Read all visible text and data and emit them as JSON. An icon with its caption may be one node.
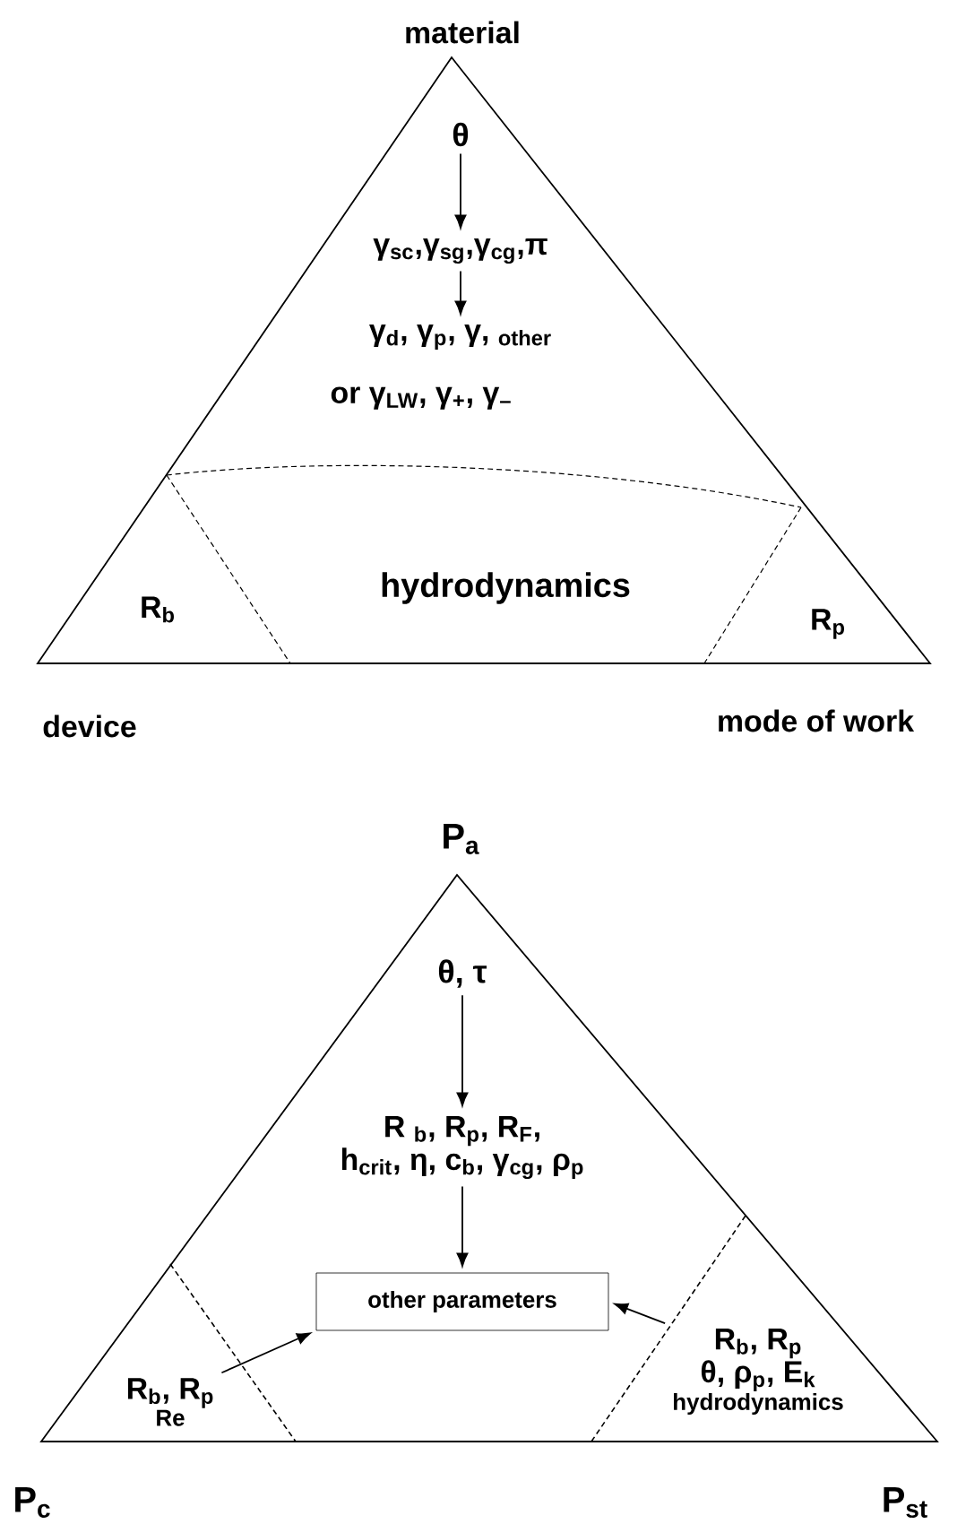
{
  "diagram": {
    "nodes": [
      {
        "text": [],
        "shape": "triangle"
      },
      {
        "text": [
          "θ"
        ],
        "in": 0
      },
      {
        "text": [
          "γ$_{sc}$,γ$_{sg}$,γ$_{cg}$,π"
        ],
        "in": 0
      },
      {
        "text": [
          "γ$_{d}$, γ$_{p}$, γ, $_{other}$"
        ],
        "in": 0
      },
      {
        "text": [],
        "shape": "triangle"
      },
      {
        "text": [
          "θ, τ"
        ],
        "in": 4
      },
      {
        "text": [
          "R $_{b}$, R$_{p}$, R$_{F}$,",
          "h$_{crit}$, η, c$_{b}$, γ$_{cg}$, ρ$_{p}$"
        ],
        "in": 4
      },
      {
        "text": [
          "other parameters"
        ],
        "in": 4
      },
      {
        "text": [
          "R$_{b}$, R$_{p}$",
          "Re"
        ],
        "in": 4
      },
      {
        "text": [
          "R$_{b}$, R$_{p}$",
          "θ, ρ$_{p}$, E$_{k}$",
          "hydrodynamics"
        ],
        "in": 4
      }
    ],
    "edges": [
      {
        "from": 1,
        "to": 2,
        "arrow": "to"
      },
      {
        "from": 2,
        "to": 3,
        "arrow": "to"
      },
      {
        "from": 5,
        "to": 6,
        "arrow": "to"
      },
      {
        "from": 6,
        "to": 7,
        "arrow": "to"
      },
      {
        "from": 8,
        "to": 7,
        "arrow": "to"
      },
      {
        "from": 9,
        "to": 7,
        "arrow": "to"
      }
    ],
    "labels": [
      "material",
      "or γ$_{LW}$, γ$_{+}$, γ$_{–}$",
      "R$_{b}$",
      "hydrodynamics",
      "R$_{p}$",
      "device",
      "mode of work",
      "P$_{a}$",
      "P$_{c}$",
      "P$_{st}$"
    ]
  }
}
